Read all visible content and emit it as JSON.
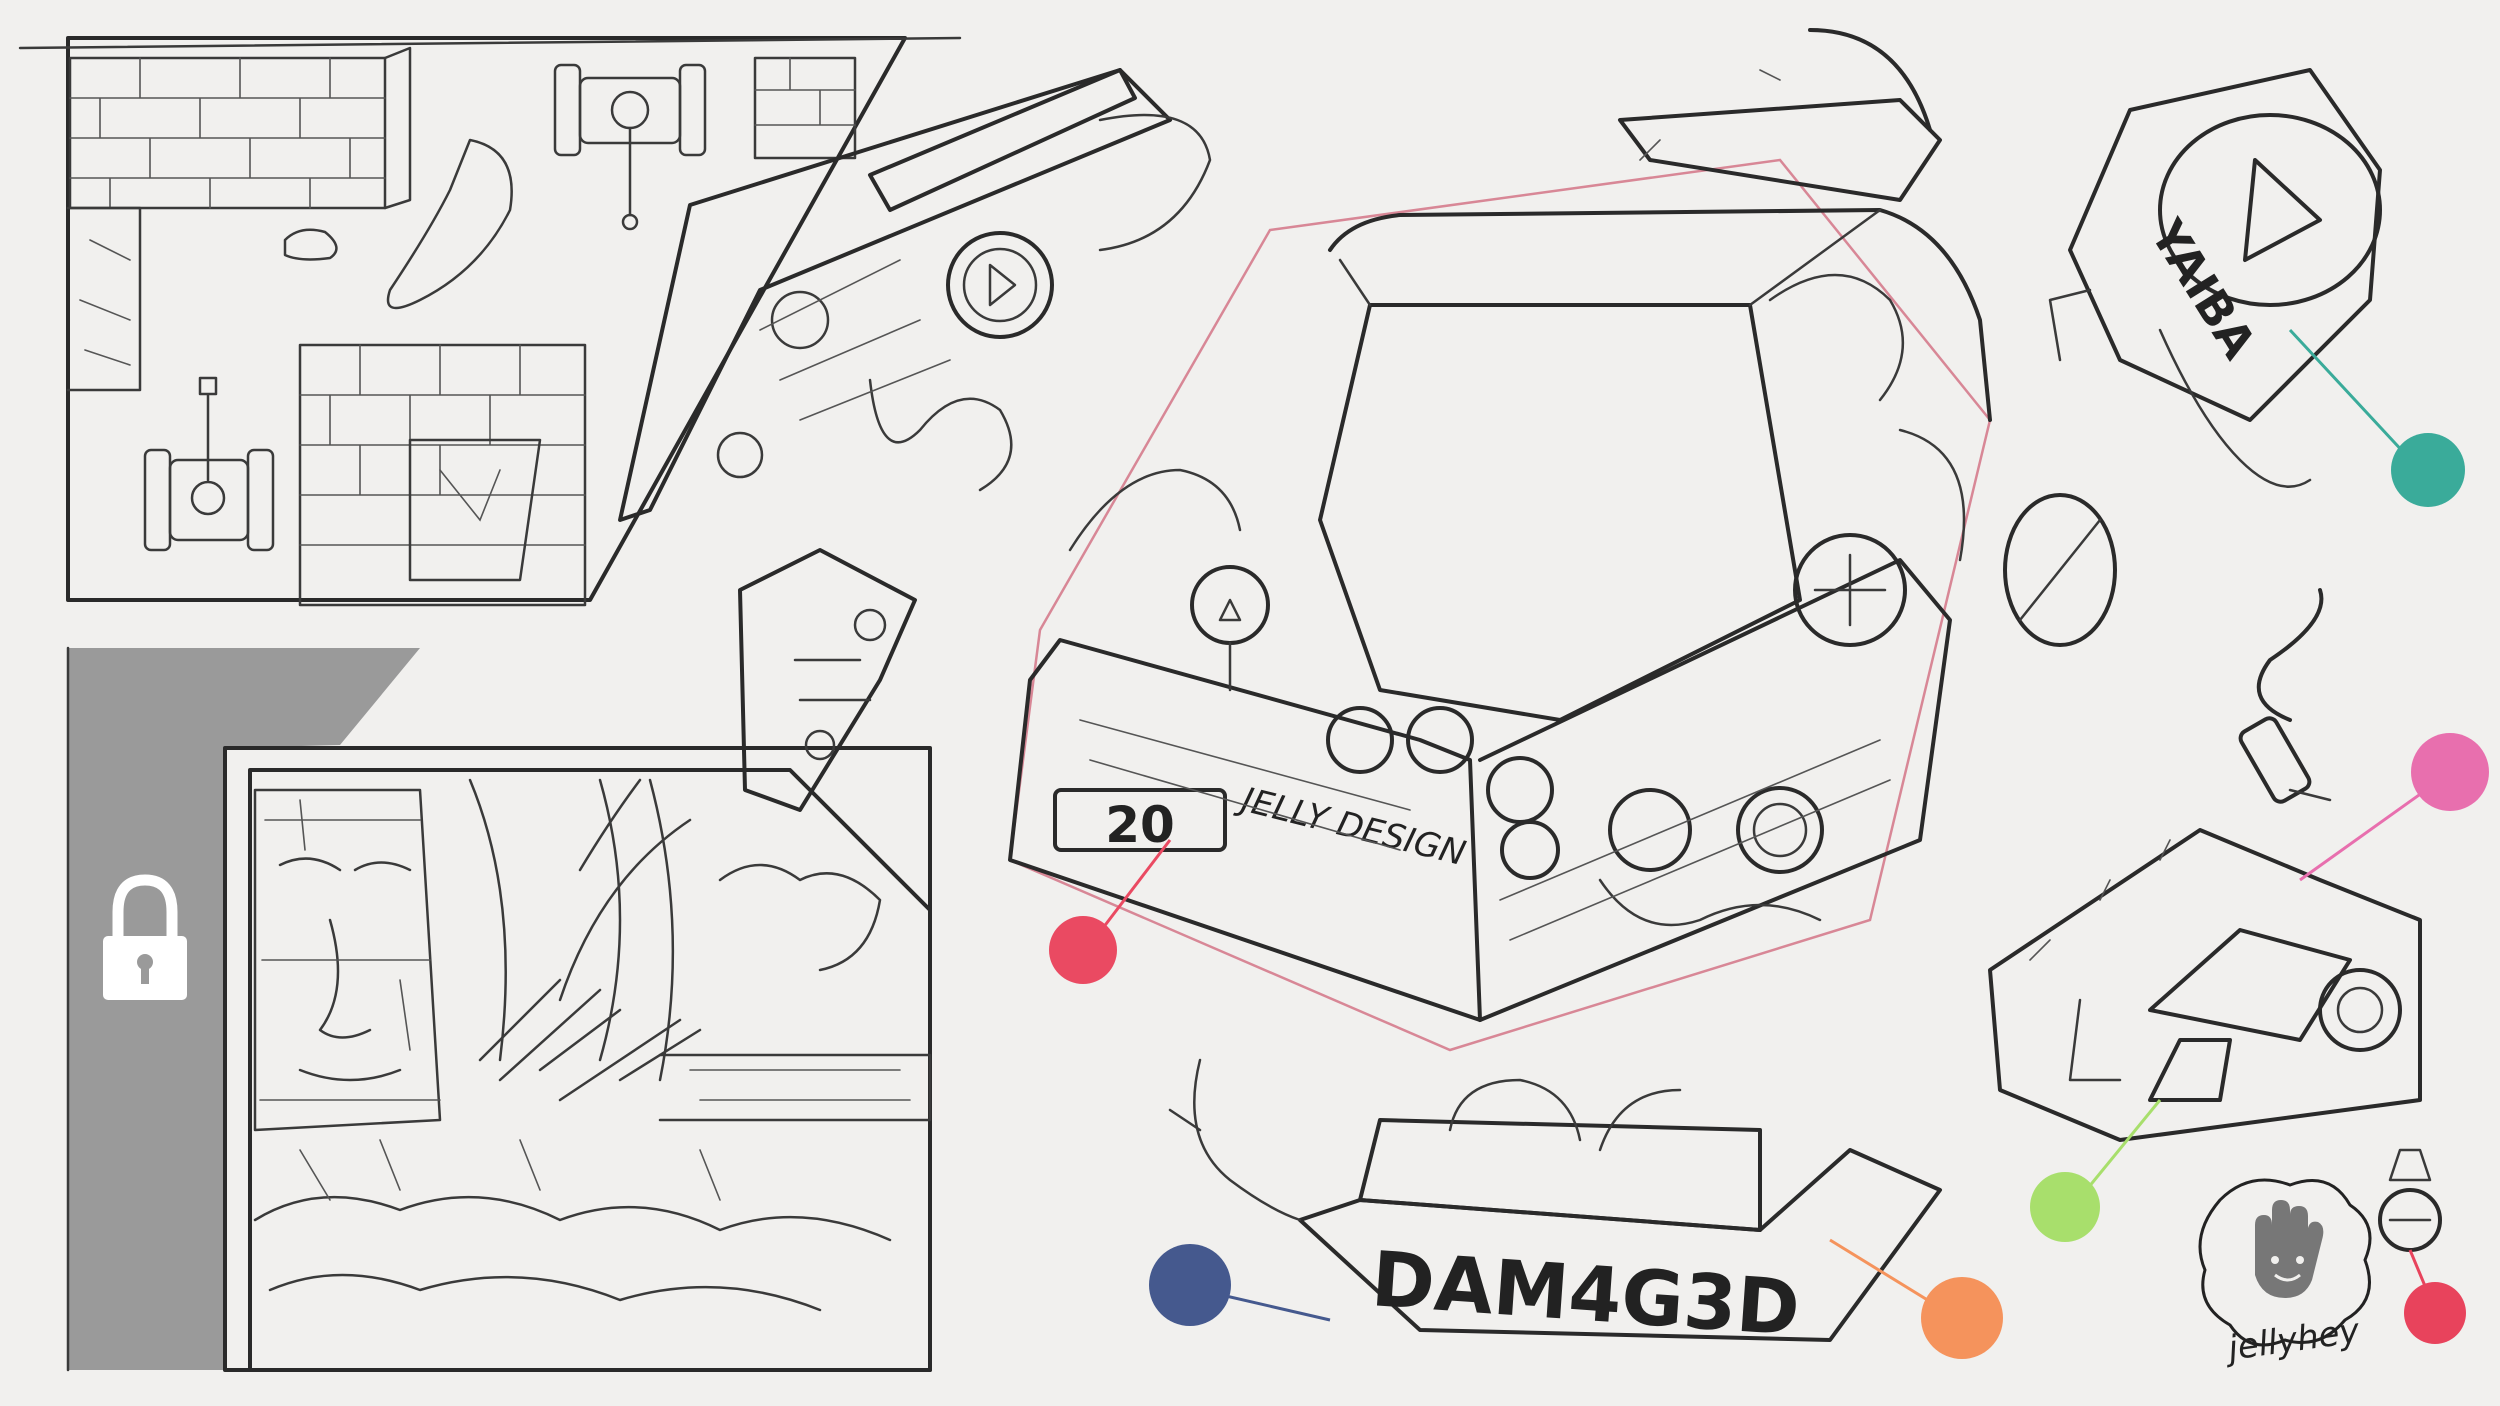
{
  "labels": {
    "screen_counter": "20",
    "device_brand": "JELLY DESIGN",
    "part_yaiba": "YAIBA",
    "part_damaged": "DAM4G3D",
    "logo_text": "jellyhey"
  },
  "icons": {
    "lock": "lock-icon",
    "logo": "hand-icon"
  },
  "markers": [
    {
      "name": "teal",
      "color": "#3aab9a"
    },
    {
      "name": "pink",
      "color": "#e86fae"
    },
    {
      "name": "red",
      "color": "#ea4a62"
    },
    {
      "name": "navy",
      "color": "#45598e"
    },
    {
      "name": "orange",
      "color": "#f5935c"
    },
    {
      "name": "lime",
      "color": "#a8df6c"
    },
    {
      "name": "crimson",
      "color": "#e8435c"
    }
  ],
  "colors": {
    "paper": "#f1f0ee",
    "lock_panel": "#9a9a9a",
    "ink": "#2a2a2a"
  }
}
